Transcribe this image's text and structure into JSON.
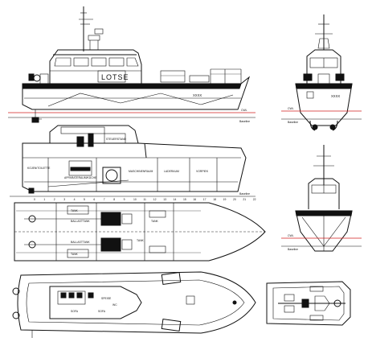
{
  "drawing": {
    "side_view": {
      "hull_label": "LOTSE",
      "bow_marking": "XXXX",
      "waterline_label": "CWL",
      "baseline_label": "Baseline"
    },
    "front_view": {
      "bow_marking": "XXXX",
      "waterline_label": "CWL",
      "baseline_label": "Baseline"
    },
    "front_view_lower": {
      "waterline_label": "CWL",
      "baseline_label": "Baseline"
    },
    "profile": {
      "compartments": [
        "KOJEN/TOILETTE",
        "STEUERSTAND",
        "APPARATERAUM/KÜCHE",
        "MASCHINENRAUM",
        "LADERAUM",
        "VORPIEK"
      ],
      "frame_numbers": [
        "0",
        "1",
        "2",
        "3",
        "4",
        "5",
        "6",
        "7",
        "8",
        "9",
        "10",
        "11",
        "12",
        "13",
        "14",
        "15",
        "16",
        "17",
        "18",
        "19",
        "20",
        "21",
        "22"
      ],
      "baseline_label": "Baseline"
    },
    "plan_view": {
      "labels": [
        "TANK",
        "BALLASTTANK",
        "TANK",
        "BALLASTTANK",
        "TANK",
        "TANK"
      ]
    },
    "deck_plan": {
      "labels": [
        "SPEISE",
        "SOFA",
        "SOFA",
        "WC"
      ]
    }
  }
}
